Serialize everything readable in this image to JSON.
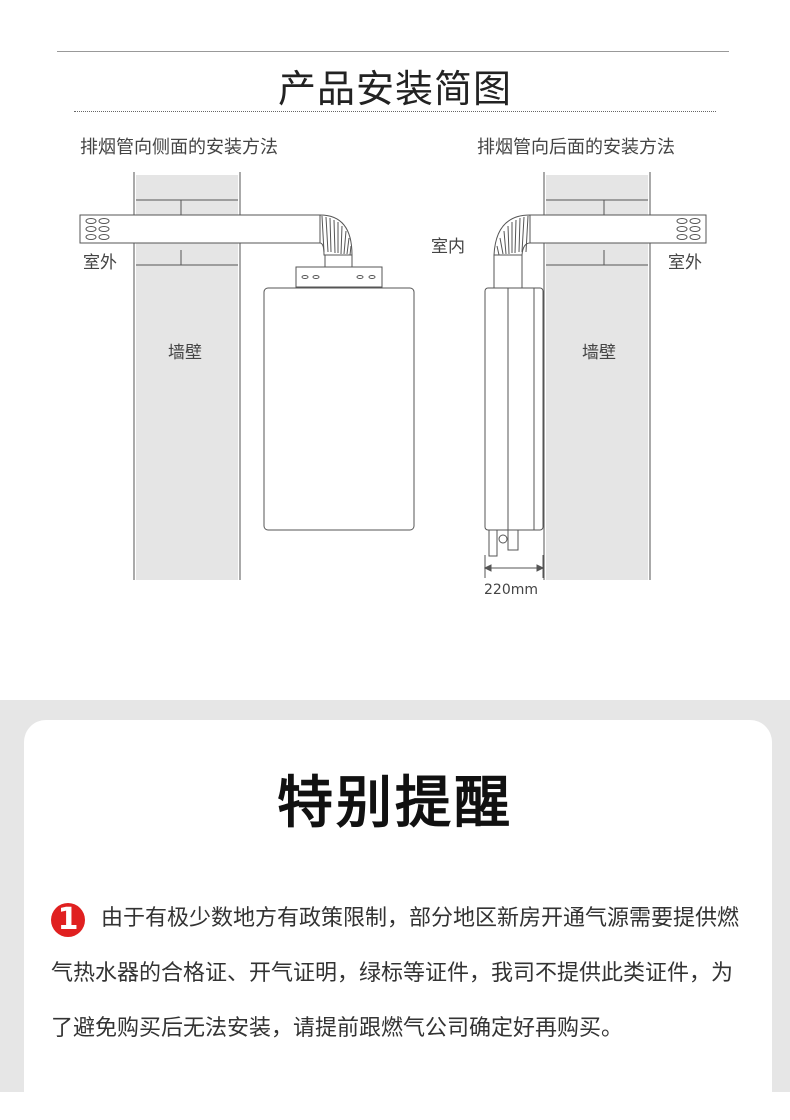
{
  "section": {
    "title": "产品安装简图",
    "left_caption": "排烟管向侧面的安装方法",
    "right_caption": "排烟管向后面的安装方法"
  },
  "diagram": {
    "left": {
      "outdoor_label": "室外",
      "wall_label": "墙壁"
    },
    "right": {
      "indoor_label": "室内",
      "outdoor_label": "室外",
      "wall_label": "墙壁",
      "dimension_label": "220mm"
    }
  },
  "notice": {
    "title": "特别提醒",
    "item_number": "1",
    "text": "由于有极少数地方有政策限制，部分地区新房开通气源需要提供燃气热水器的合格证、开气证明，绿标等证件，我司不提供此类证件，为了避免购买后无法安装，请提前跟燃气公司确定好再购买。"
  },
  "colors": {
    "wall": "#e5e5e5",
    "line": "#555555",
    "band": "#e6e6e6",
    "badge": "#e02020"
  }
}
